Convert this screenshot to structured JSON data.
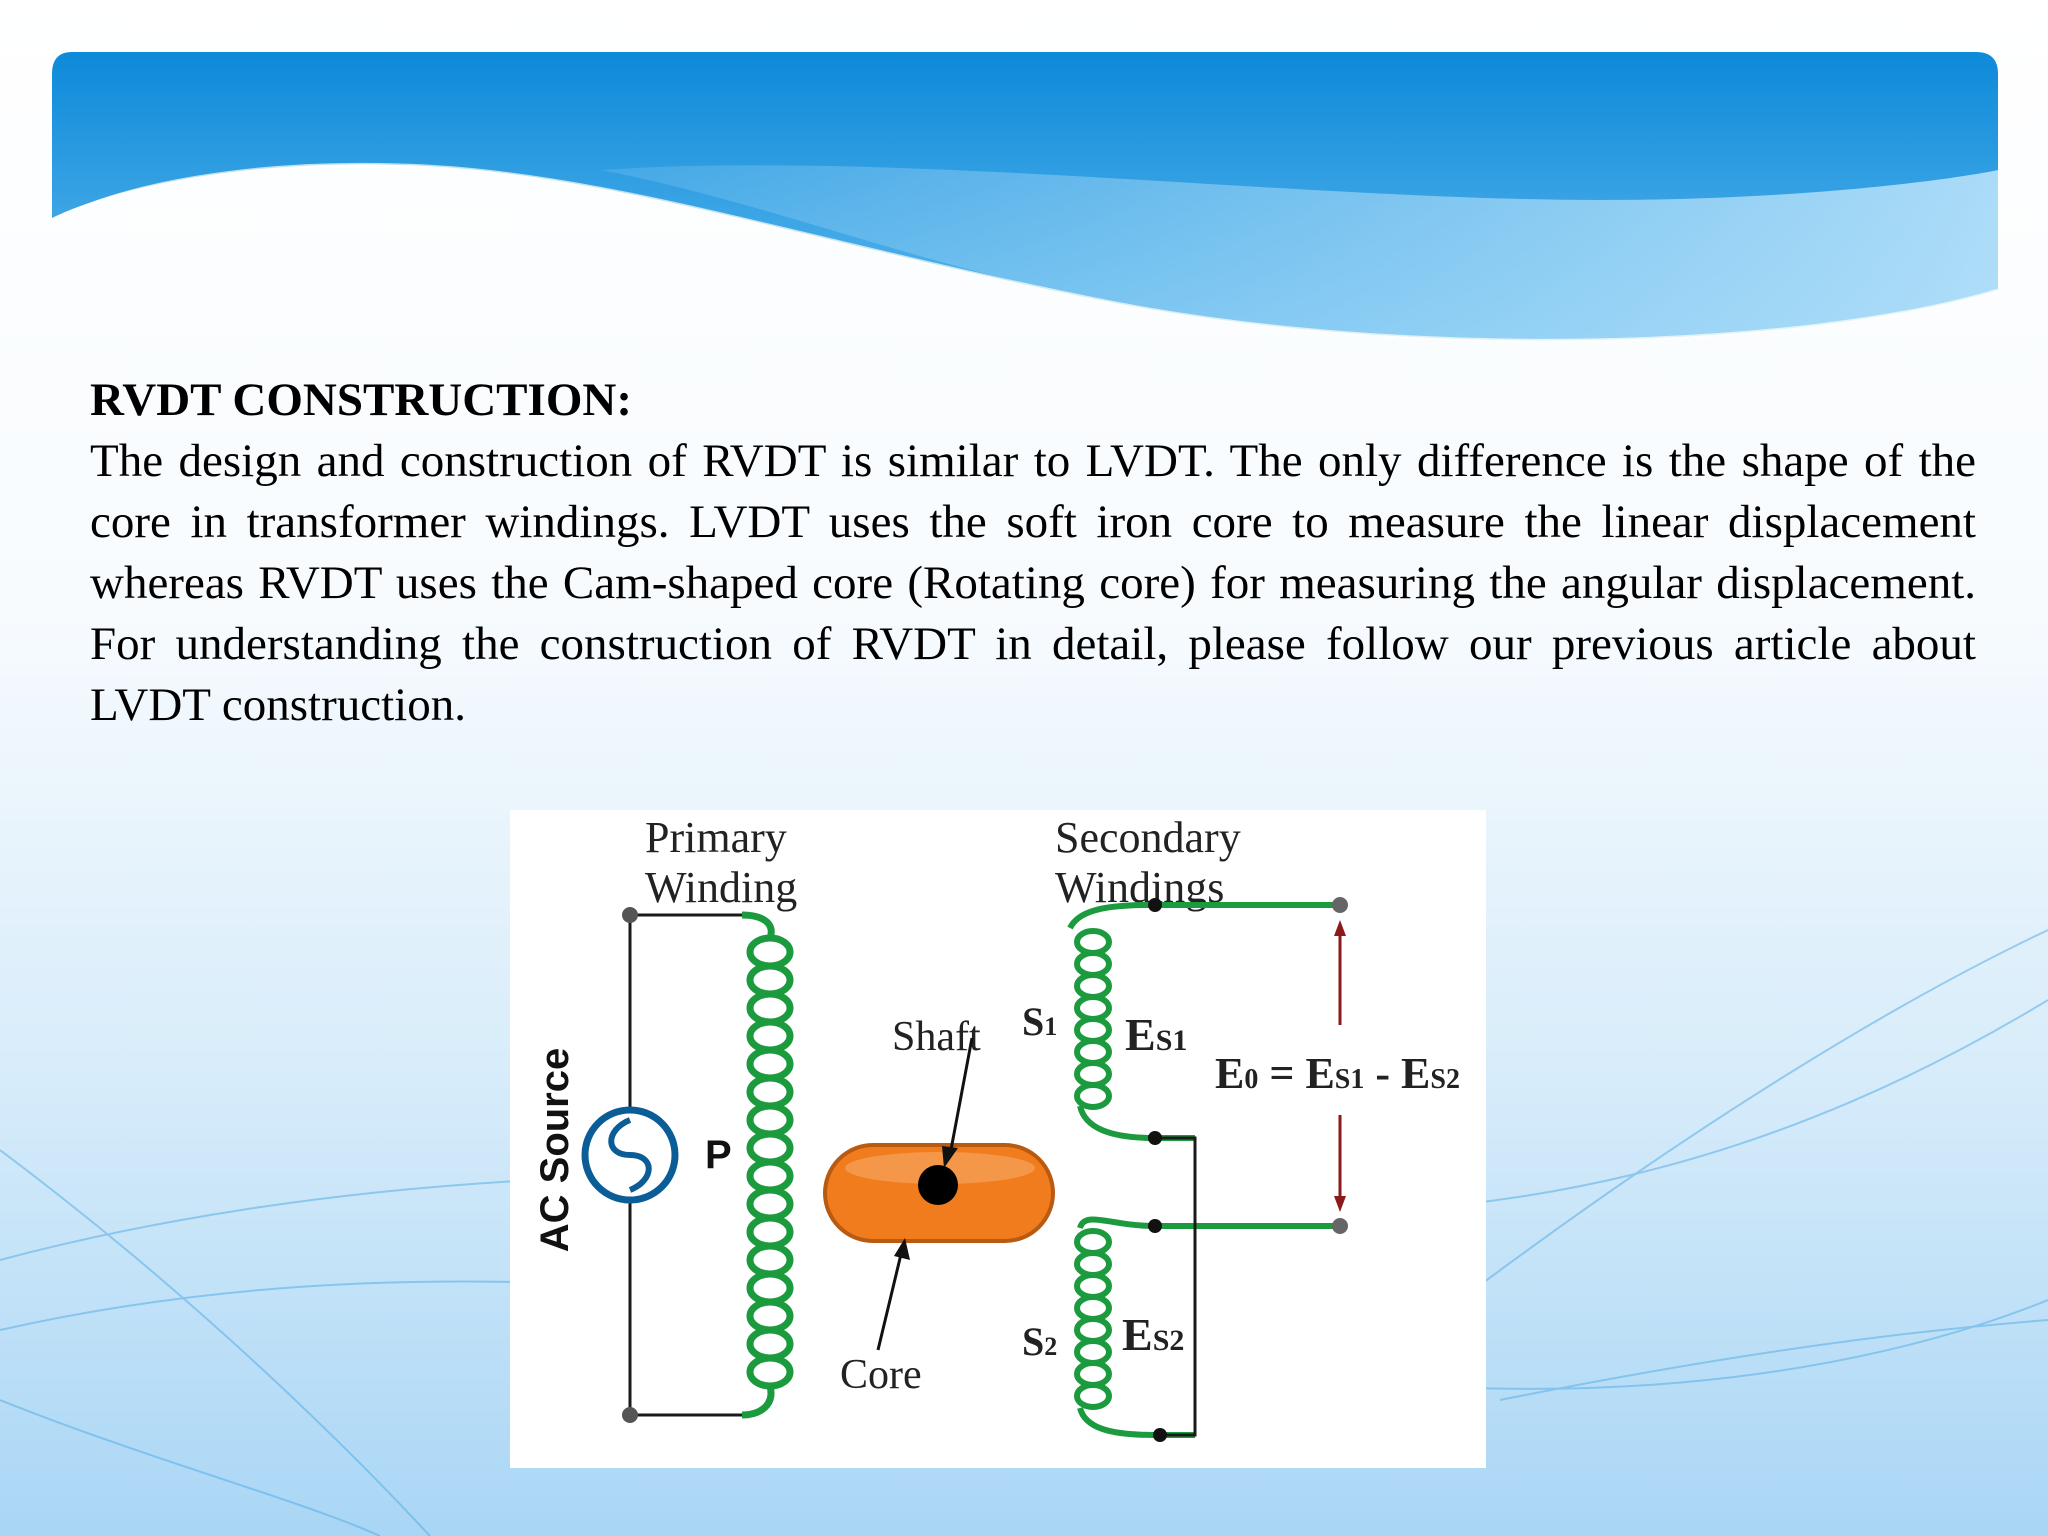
{
  "slide": {
    "title": "RVDT CONSTRUCTION:",
    "body": "The design and construction of RVDT is similar to LVDT. The only difference is the shape of the core in transformer windings. LVDT uses the soft iron core to measure the linear displacement whereas RVDT uses the Cam-shaped core (Rotating core) for measuring the angular displacement. For understanding the construction of RVDT in detail, please follow our previous article about LVDT construction."
  },
  "diagram": {
    "primary_winding": [
      "Primary",
      "Winding"
    ],
    "secondary_windings": [
      "Secondary",
      "Windings"
    ],
    "ac_source": "AC Source",
    "primary_label": "P",
    "shaft": "Shaft",
    "core": "Core",
    "s1": "S",
    "s1_sub": "1",
    "s2": "S",
    "s2_sub": "2",
    "es1_main": "E",
    "es1_sub": "S1",
    "es2_main": "E",
    "es2_sub": "S2",
    "equation": {
      "e0": "E",
      "e0_sub": "0",
      "equals": " = ",
      "es1": "E",
      "es1_sub": "S1",
      "minus": " - ",
      "es2": "E",
      "es2_sub": "S2"
    }
  },
  "colors": {
    "header_blue": "#1490dd",
    "coil_green": "#1c9a3e",
    "core_orange": "#f07c1e",
    "source_blue": "#0b5d97"
  }
}
